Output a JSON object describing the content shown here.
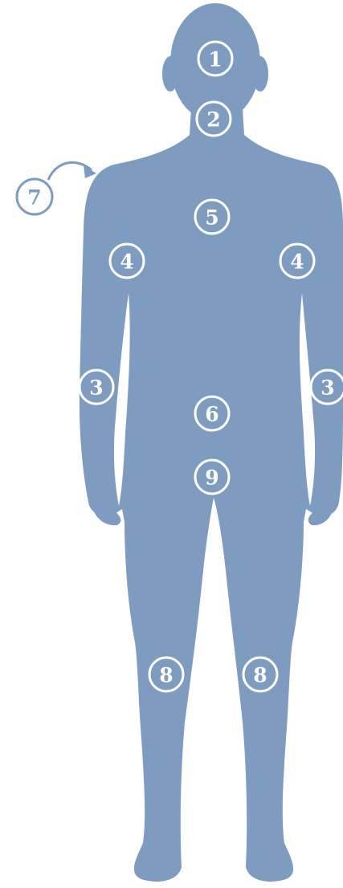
{
  "colors": {
    "silhouette": "#7e9cc0",
    "marker_stroke": "#ffffff",
    "marker_text": "#ffffff",
    "callout": "#7e9cc0",
    "background": "#ffffff"
  },
  "markers": {
    "head": "1",
    "neck": "2",
    "forearm_right": "3",
    "forearm_left": "3",
    "upper_arm_right": "4",
    "upper_arm_left": "4",
    "chest": "5",
    "abdomen": "6",
    "back": "7",
    "knee_right": "8",
    "knee_left": "8",
    "groin": "9"
  }
}
